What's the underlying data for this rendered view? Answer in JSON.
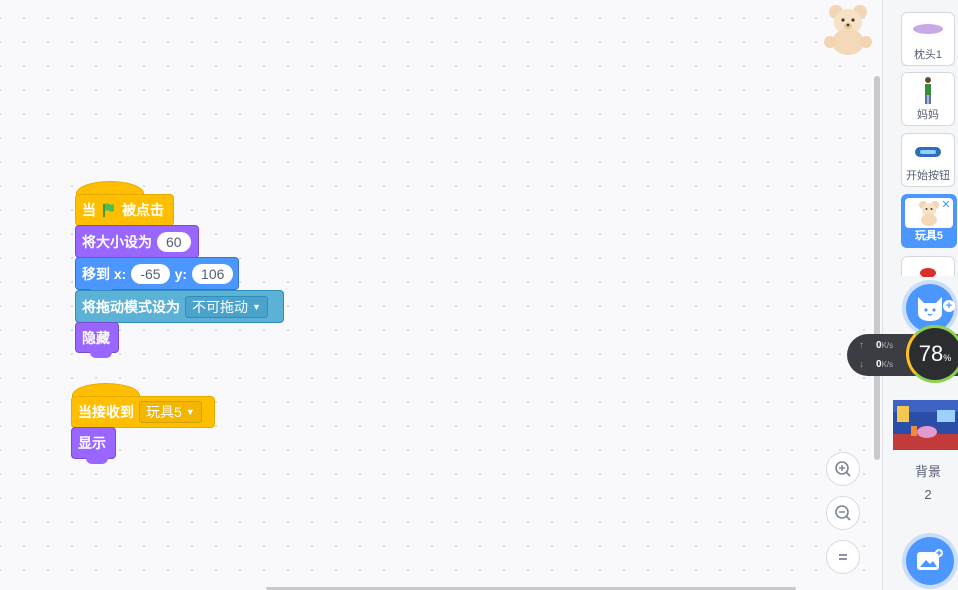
{
  "blocks": {
    "script1": {
      "hat_when": "当",
      "hat_clicked": "被点击",
      "set_size_label": "将大小设为",
      "set_size_value": "60",
      "goto_label": "移到 x:",
      "goto_x": "-65",
      "goto_y_label": "y:",
      "goto_y": "106",
      "drag_label": "将拖动模式设为",
      "drag_value": "不可拖动",
      "hide_label": "隐藏"
    },
    "script2": {
      "hat_label": "当接收到",
      "hat_value": "玩具5",
      "show_label": "显示"
    }
  },
  "sprites": [
    {
      "label": "枕头1"
    },
    {
      "label": "妈妈"
    },
    {
      "label": "开始按钮"
    },
    {
      "label": "玩具5",
      "selected": true
    }
  ],
  "stage": {
    "label": "背景",
    "backdrop_count": "2"
  },
  "network": {
    "upload": "0",
    "download": "0",
    "unit": "K/s",
    "percent": "78",
    "percent_sign": "%"
  },
  "colors": {
    "events": "#ffbf00",
    "looks": "#9966ff",
    "motion": "#4c97ff",
    "sensing": "#5cb1d6",
    "accent": "#4c97ff"
  }
}
